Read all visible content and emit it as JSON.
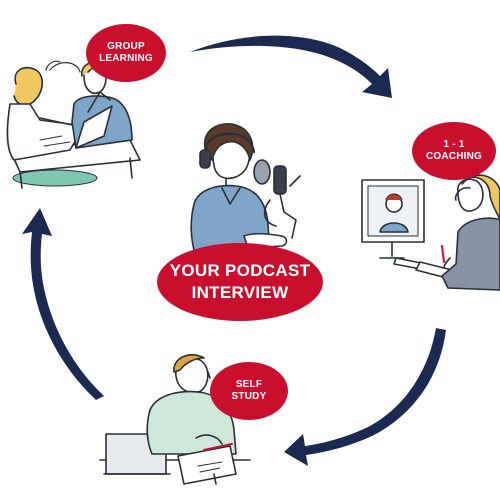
{
  "colors": {
    "badge_red": "#c8102e",
    "arrow_navy": "#1c2a52",
    "line_ink": "#2a2f3a",
    "shirt_blue": "#7fa6c8",
    "hair_blond": "#f0c860",
    "mint": "#7fc7b1"
  },
  "badges": {
    "group_learning": {
      "line1": "GROUP",
      "line2": "LEARNING"
    },
    "coaching": {
      "line1": "1 - 1",
      "line2": "COACHING"
    },
    "podcast": {
      "line1": "YOUR PODCAST",
      "line2": "INTERVIEW"
    },
    "self_study": {
      "line1": "SELF",
      "line2": "STUDY"
    }
  },
  "icons": {
    "cycle": [
      "arrow-right-curve-icon",
      "arrow-down-curve-icon",
      "arrow-left-curve-icon",
      "arrow-up-curve-icon"
    ],
    "illustrations": [
      "group-learning-illustration",
      "coaching-illustration",
      "podcast-host-illustration",
      "self-study-illustration"
    ]
  }
}
